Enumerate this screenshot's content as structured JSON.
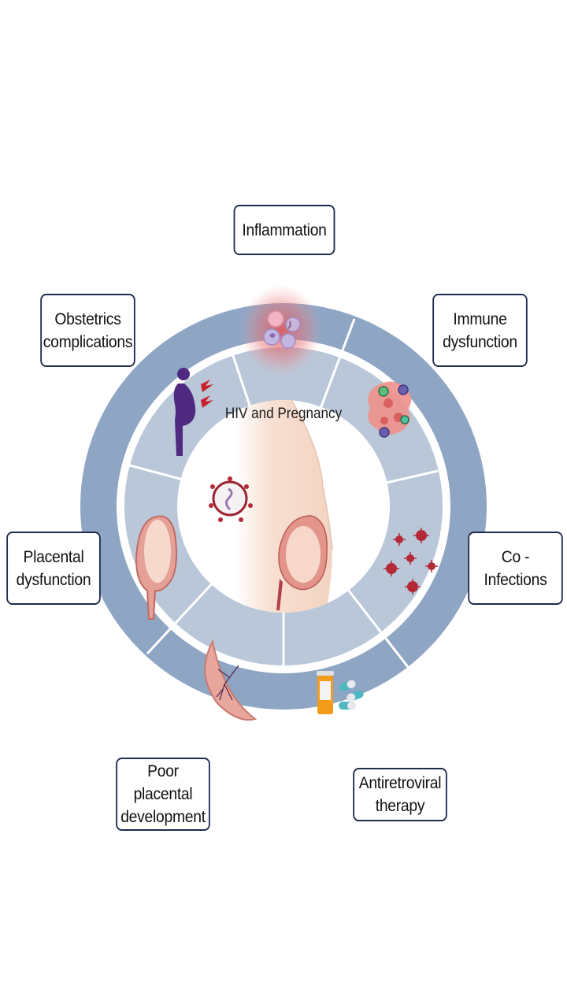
{
  "diagram": {
    "center_title": "HIV and Pregnancy",
    "colors": {
      "outer_ring": "#8fa5c4",
      "segment_fill": "#b9c7d9",
      "segment_divider": "#ffffff",
      "center_fill": "#ffffff",
      "label_border": "#1f2b4d",
      "virus_red": "#b32a36",
      "figure_purple": "#4f2a80",
      "pill_orange": "#f39c1b",
      "pill_teal": "#4fb8c0",
      "skin": "#f6dccd",
      "placenta": "#d98f86"
    },
    "labels": [
      {
        "id": "inflammation",
        "text": "Inflammation"
      },
      {
        "id": "immune-dysfunction",
        "text": "Immune\ndysfunction"
      },
      {
        "id": "co-infections",
        "text": "Co - Infections"
      },
      {
        "id": "antiretroviral-therapy",
        "text": "Antiretroviral\ntherapy"
      },
      {
        "id": "poor-placental-development",
        "text": "Poor placental\ndevelopment"
      },
      {
        "id": "placental-dysfunction",
        "text": "Placental\ndysfunction"
      },
      {
        "id": "obstetrics-complications",
        "text": "Obstetrics\ncomplications"
      }
    ],
    "segment_icons": [
      {
        "segment": "inflammation",
        "icon": "inflamed-cells-icon"
      },
      {
        "segment": "immune-dysfunction",
        "icon": "immune-cells-icon"
      },
      {
        "segment": "co-infections",
        "icon": "virus-particles-icon"
      },
      {
        "segment": "antiretroviral-therapy",
        "icon": "pill-bottle-icon"
      },
      {
        "segment": "poor-placental-development",
        "icon": "placenta-icon"
      },
      {
        "segment": "placental-dysfunction",
        "icon": "fetus-in-uterus-icon"
      },
      {
        "segment": "obstetrics-complications",
        "icon": "pregnant-woman-pain-icon"
      }
    ],
    "center_icons": [
      "hiv-virus-icon",
      "pregnant-abdomen-icon"
    ]
  }
}
